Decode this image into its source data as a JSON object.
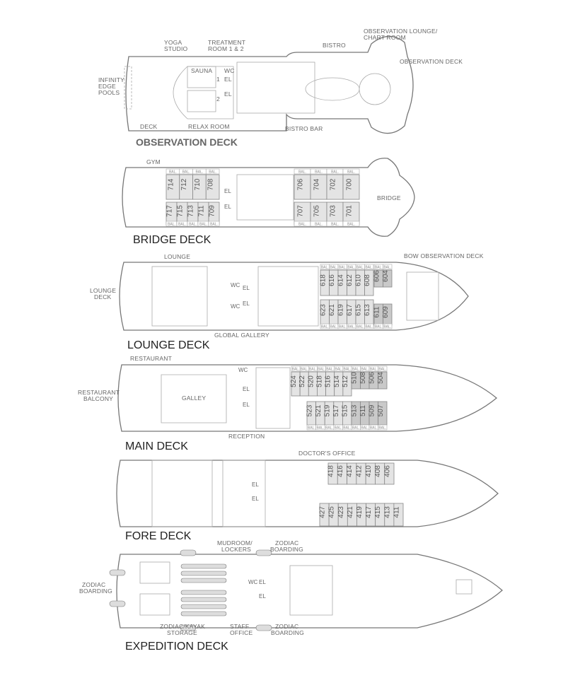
{
  "decks": {
    "observation": {
      "title": "OBSERVATION DECK",
      "labels": {
        "yoga": [
          "YOGA",
          "STUDIO"
        ],
        "treatment": [
          "TREATMENT",
          "ROOM 1 & 2"
        ],
        "bistro": "BISTRO",
        "obs_lounge": [
          "OBSERVATION LOUNGE/",
          "CHART ROOM"
        ],
        "obs_deck": "OBSERVATION DECK",
        "pools": [
          "INFINITY",
          "EDGE",
          "POOLS"
        ],
        "deck": "DECK",
        "relax": "RELAX ROOM",
        "bistro_bar": "BISTRO BAR",
        "sauna": "SAUNA",
        "wc": "WC",
        "el": "EL",
        "room1": "1",
        "room2": "2"
      }
    },
    "bridge": {
      "title": "BRIDGE DECK",
      "labels": {
        "gym": "GYM",
        "bridge": "BRIDGE",
        "el": "EL",
        "bal": "BAL."
      },
      "cabins_top_aft": [
        "714",
        "712",
        "710",
        "708"
      ],
      "cabins_bottom_aft": [
        "717",
        "715",
        "713",
        "711",
        "709"
      ],
      "cabins_top_fwd": [
        "706",
        "704",
        "702",
        "700"
      ],
      "cabins_bottom_fwd": [
        "707",
        "705",
        "703",
        "701"
      ]
    },
    "lounge": {
      "title": "LOUNGE DECK",
      "labels": {
        "lounge": "LOUNGE",
        "lounge_deck": [
          "LOUNGE",
          "DECK"
        ],
        "bow_obs": "BOW OBSERVATION DECK",
        "gallery": "GLOBAL GALLERY",
        "wc": "WC",
        "el": "EL",
        "bal": "BAL."
      },
      "cabins_top": [
        "618",
        "616",
        "614",
        "612",
        "610",
        "608"
      ],
      "cabins_top_dark": [
        "606",
        "604"
      ],
      "cabins_bottom": [
        "623",
        "621",
        "619",
        "617",
        "615",
        "613"
      ],
      "cabins_bottom_dark": [
        "611",
        "609"
      ]
    },
    "main": {
      "title": "MAIN DECK",
      "labels": {
        "restaurant": "RESTAURANT",
        "balcony": [
          "RESTAURANT",
          "BALCONY"
        ],
        "galley": "GALLEY",
        "reception": "RECEPTION",
        "wc": "WC",
        "el": "EL",
        "bal": "BAL."
      },
      "cabins_top": [
        "524",
        "522",
        "520",
        "518",
        "516",
        "514",
        "512"
      ],
      "cabins_top_dark": [
        "510",
        "508",
        "506",
        "504"
      ],
      "cabins_bottom": [
        "523",
        "521",
        "519",
        "517",
        "515"
      ],
      "cabins_bottom_dark": [
        "513",
        "511",
        "509",
        "507"
      ]
    },
    "fore": {
      "title": "FORE DECK",
      "labels": {
        "doctor": "DOCTOR'S OFFICE",
        "el": "EL"
      },
      "cabins_top": [
        "418",
        "416",
        "414",
        "412",
        "410",
        "408",
        "406"
      ],
      "cabins_bottom": [
        "427",
        "425",
        "423",
        "421",
        "419",
        "417",
        "415",
        "413",
        "411"
      ]
    },
    "expedition": {
      "title": "EXPEDITION DECK",
      "labels": {
        "mudroom": [
          "MUDROOM/",
          "LOCKERS"
        ],
        "zodiac_top": [
          "ZODIAC",
          "BOARDING"
        ],
        "zodiac_left": [
          "ZODIAC",
          "BOARDING"
        ],
        "kayak": [
          "ZODIAC/KAYAK",
          "STORAGE"
        ],
        "staff": [
          "STAFF",
          "OFFICE"
        ],
        "zodiac_bottom": [
          "ZODIAC",
          "BOARDING"
        ],
        "wc": "WC",
        "el": "EL"
      }
    }
  },
  "colors": {
    "cabin": "#e4e4e4",
    "cabin_dark": "#c9c9c9",
    "line": "#777777"
  }
}
